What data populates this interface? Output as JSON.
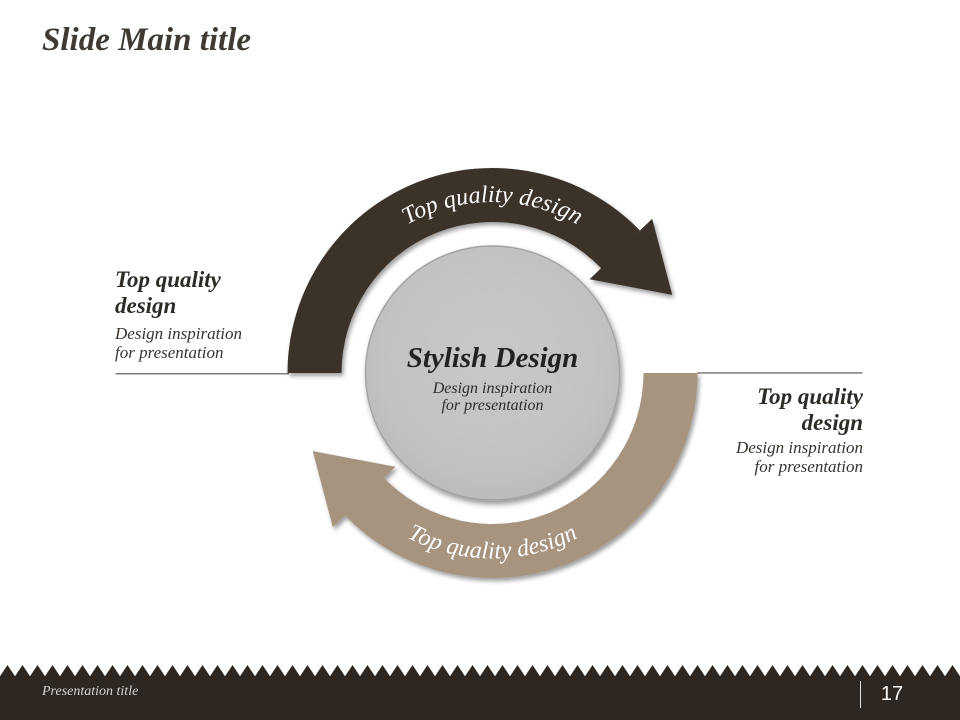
{
  "slide": {
    "title": "Slide Main title"
  },
  "diagram": {
    "center_circle": {
      "title": "Stylish Design",
      "body_line1": "Design inspiration",
      "body_line2": "for presentation",
      "fill_color": "#c5c4c3"
    },
    "arc_top": {
      "label": "Top quality design",
      "color": "#3a322c"
    },
    "arc_bottom": {
      "label": "Top quality design",
      "color": "#a6947f"
    },
    "callout_left": {
      "title_line1": "Top quality",
      "title_line2": "design",
      "body_line1": "Design inspiration",
      "body_line2": "for presentation"
    },
    "callout_right": {
      "title_line1": "Top quality",
      "title_line2": "design",
      "body_line1": "Design inspiration",
      "body_line2": "for presentation"
    }
  },
  "footer": {
    "presentation_title": "Presentation title",
    "page_number": "17",
    "bar_color": "#2d2621"
  }
}
